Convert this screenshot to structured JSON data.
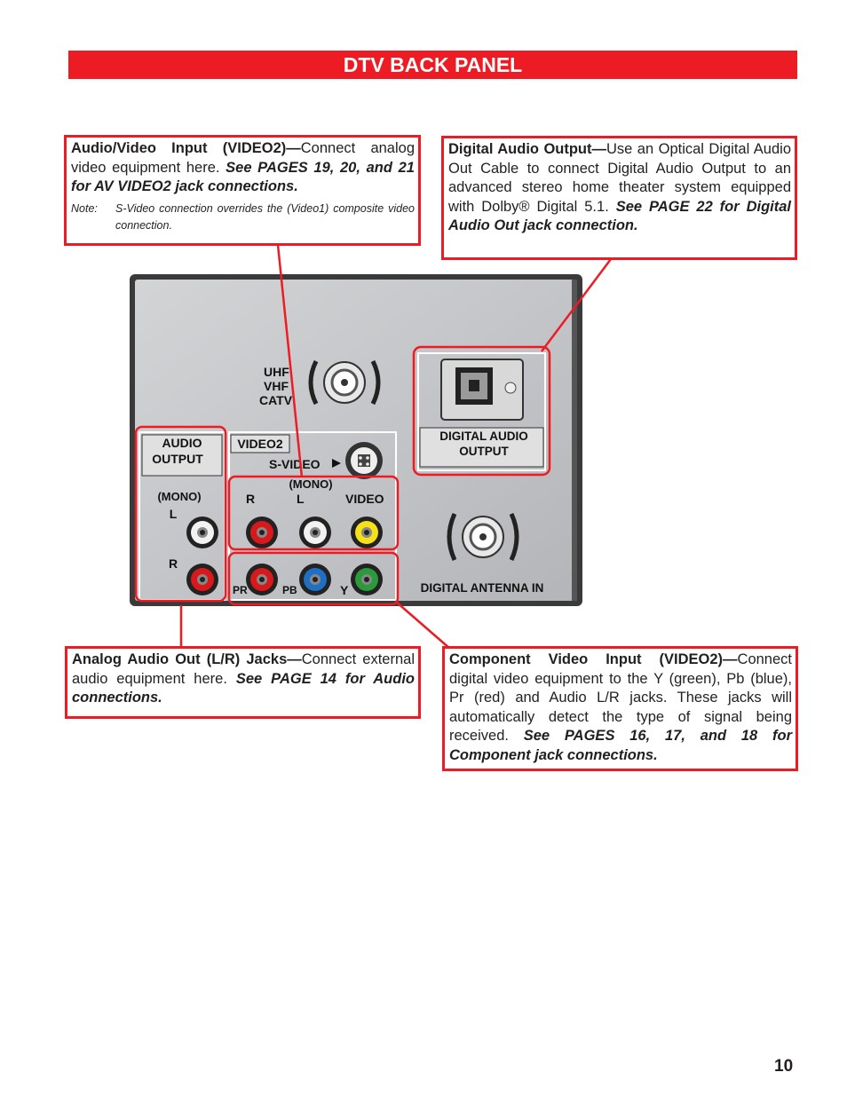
{
  "header": {
    "title": "DTV BACK PANEL"
  },
  "callouts": {
    "av_input": {
      "heading": "Audio/Video Input (VIDEO2)—",
      "text": "Connect analog video equipment here. ",
      "ref": "See PAGES 19, 20, and 21 for AV VIDEO2 jack connections.",
      "note_label": "Note:",
      "note_text": "S-Video connection overrides the (Video1) composite video connection."
    },
    "digital_audio": {
      "heading": "Digital Audio Output—",
      "text": "Use an Optical Digital Audio Out Cable to connect Digital Audio Output to an advanced stereo home theater system equipped with Dolby® Digital 5.1. ",
      "ref": "See PAGE 22 for Digital Audio Out jack connection."
    },
    "analog_audio": {
      "heading": "Analog Audio Out (L/R) Jacks—",
      "text": "Connect external audio equipment here. ",
      "ref": "See PAGE 14 for Audio connections."
    },
    "component": {
      "heading": "Component Video Input (VIDEO2)—",
      "text": "Connect digital video equipment to the Y (green), Pb (blue), Pr (red) and Audio L/R jacks. These jacks will automatically detect the type of signal being received. ",
      "ref": "See PAGES 16, 17, and 18 for Component jack connections."
    }
  },
  "panel": {
    "uhf_l1": "UHF",
    "uhf_l2": "VHF",
    "uhf_l3": "CATV",
    "audio_output_l1": "AUDIO",
    "audio_output_l2": "OUTPUT",
    "mono_left": "(MONO)",
    "left_l": "L",
    "left_r": "R",
    "video2": "VIDEO2",
    "svideo": "S-VIDEO",
    "mono_mid": "(MONO)",
    "r": "R",
    "l": "L",
    "video": "VIDEO",
    "pr": "PR",
    "pb": "PB",
    "y": "Y",
    "digital_audio_l1": "DIGITAL AUDIO",
    "digital_audio_l2": "OUTPUT",
    "digital_antenna": "DIGITAL ANTENNA IN"
  },
  "colors": {
    "accent": "#ed1c24",
    "jack_red": "#d7191c",
    "jack_white": "#f2f2f2",
    "jack_yellow": "#f5e11a",
    "jack_blue": "#1f6fc4",
    "jack_green": "#2a9a3a"
  },
  "footer": {
    "page_number": "10"
  }
}
